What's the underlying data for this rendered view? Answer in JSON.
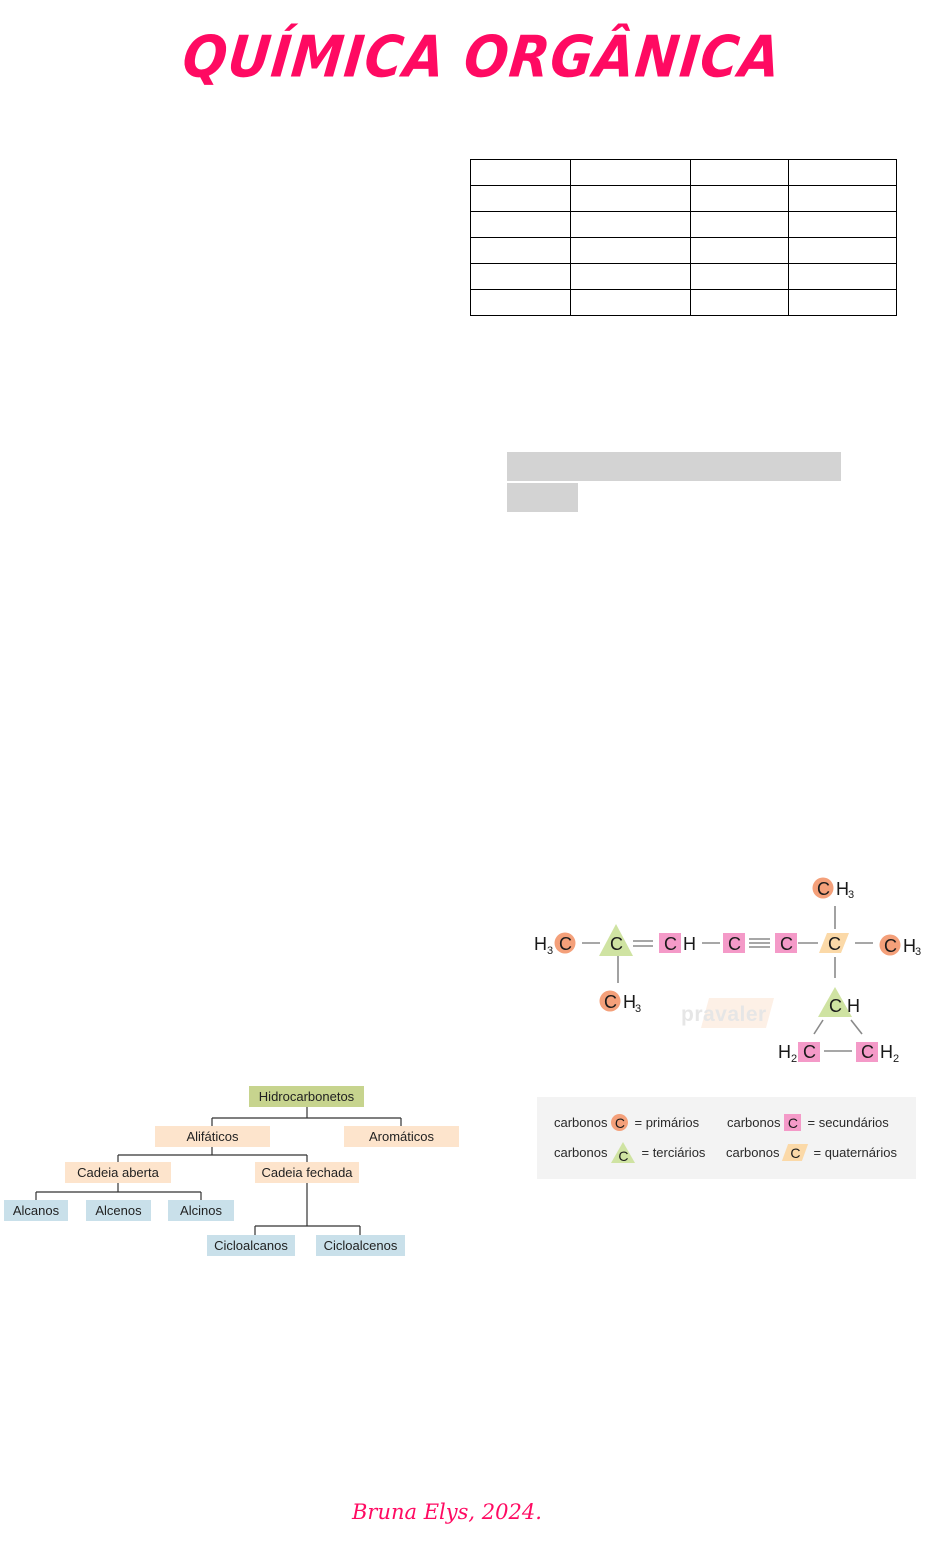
{
  "header": {
    "title": "QUÍMICA ORGÂNICA"
  },
  "table": {
    "rows": 6,
    "columns": 4,
    "cells": [
      [
        "",
        "",
        "",
        ""
      ],
      [
        "",
        "",
        "",
        ""
      ],
      [
        "",
        "",
        "",
        ""
      ],
      [
        "",
        "",
        "",
        ""
      ],
      [
        "",
        "",
        "",
        ""
      ],
      [
        "",
        "",
        "",
        ""
      ]
    ]
  },
  "highlight_blocks": {
    "count": 2,
    "color": "#d3d3d3"
  },
  "molecule": {
    "atoms": {
      "c1": {
        "symbol": "C",
        "prefix": "H",
        "prefix_sub": "3",
        "type": "primario"
      },
      "c2": {
        "symbol": "C",
        "type": "terciario"
      },
      "c2_branch": {
        "symbol": "C",
        "suffix": "H",
        "suffix_sub": "3",
        "type": "primario"
      },
      "c3": {
        "symbol": "C",
        "suffix": "H",
        "type": "secundario"
      },
      "c4": {
        "symbol": "C",
        "type": "secundario"
      },
      "c5": {
        "symbol": "C",
        "type": "secundario"
      },
      "c6": {
        "symbol": "C",
        "type": "quaternario"
      },
      "c6_top": {
        "symbol": "C",
        "suffix": "H",
        "suffix_sub": "3",
        "type": "primario"
      },
      "c6_right": {
        "symbol": "C",
        "suffix": "H",
        "suffix_sub": "3",
        "type": "primario"
      },
      "ring_top": {
        "symbol": "C",
        "suffix": "H",
        "type": "terciario"
      },
      "ring_left": {
        "symbol": "C",
        "prefix": "H",
        "prefix_sub": "2",
        "type": "secundario"
      },
      "ring_right": {
        "symbol": "C",
        "suffix": "H",
        "suffix_sub": "2",
        "type": "secundario"
      }
    },
    "watermark": "pravaler",
    "colors": {
      "primario": "#f4a07a",
      "secundario": "#f49ac8",
      "terciario": "#cfe3a2",
      "quaternario": "#fbd9a8"
    }
  },
  "legend": {
    "items": [
      {
        "prefix": "carbonos",
        "symbol": "C",
        "shape": "circle",
        "label": "= primários"
      },
      {
        "prefix": "carbonos",
        "symbol": "C",
        "shape": "square",
        "label": "= secundários"
      },
      {
        "prefix": "carbonos",
        "symbol": "C",
        "shape": "triangle",
        "label": "= terciários"
      },
      {
        "prefix": "carbonos",
        "symbol": "C",
        "shape": "parallelogram",
        "label": "= quaternários"
      }
    ]
  },
  "tree": {
    "root": "Hidrocarbonetos",
    "level1": [
      "Alifáticos",
      "Aromáticos"
    ],
    "level2": [
      "Cadeia aberta",
      "Cadeia fechada"
    ],
    "open_chain": [
      "Alcanos",
      "Alcenos",
      "Alcinos"
    ],
    "closed_chain": [
      "Cicloalcanos",
      "Cicloalcenos"
    ],
    "colors": {
      "root": "#c7d48e",
      "mid": "#fde4cc",
      "leaf": "#c9e0ea"
    }
  },
  "footer": {
    "signature": "Bruna Elys, 2024."
  }
}
